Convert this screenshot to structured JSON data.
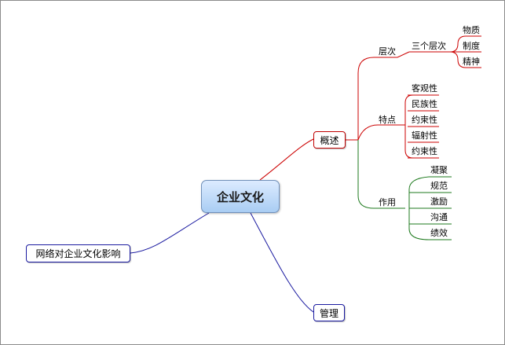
{
  "root": "企业文化",
  "left_topic": "网络对企业文化影响",
  "bottom_topic": "管理",
  "main_topic": "概述",
  "levels": {
    "label": "层次",
    "child": "三个层次",
    "items": [
      "物质",
      "制度",
      "精神"
    ]
  },
  "features": {
    "label": "特点",
    "items": [
      "客观性",
      "民族性",
      "约束性",
      "辐射性",
      "约束性"
    ]
  },
  "functions": {
    "label": "作用",
    "items": [
      "凝聚",
      "规范",
      "激励",
      "沟通",
      "绩效"
    ]
  },
  "colors": {
    "red": "#cc0000",
    "blue": "#1a1aa0",
    "green": "#1e7a1e",
    "root_fill": "#a9cdf3"
  }
}
